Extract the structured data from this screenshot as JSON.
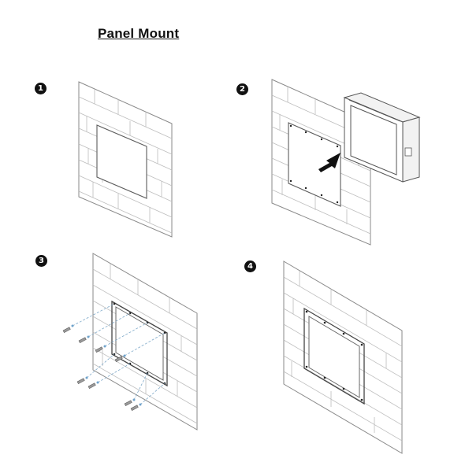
{
  "title": "Panel Mount",
  "steps": [
    {
      "number": "1"
    },
    {
      "number": "2"
    },
    {
      "number": "3"
    },
    {
      "number": "4"
    }
  ]
}
